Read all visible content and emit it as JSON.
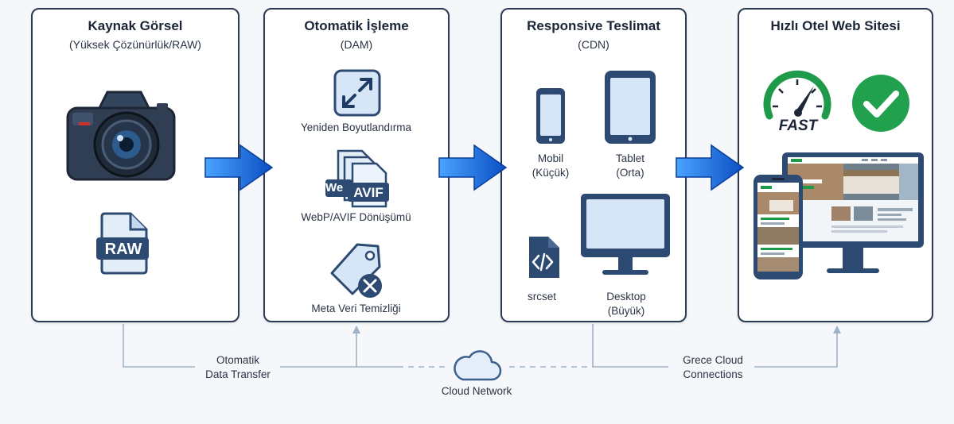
{
  "panels": [
    {
      "title": "Kaynak Görsel",
      "subtitle": "(Yüksek Çözünürlük/RAW)",
      "items": [
        {
          "label": "RAW"
        }
      ]
    },
    {
      "title": "Otomatik İşleme",
      "subtitle": "(DAM)",
      "items": [
        {
          "label": "Yeniden Boyutlandırma"
        },
        {
          "label": "WebP/AVIF Dönüşümü",
          "badge_front": "AVIF",
          "badge_back": "We"
        },
        {
          "label": "Meta Veri Temizliği"
        }
      ]
    },
    {
      "title": "Responsive Teslimat",
      "subtitle": "(CDN)",
      "items": [
        {
          "label": "Mobil",
          "sub": "(Küçük)"
        },
        {
          "label": "Tablet",
          "sub": "(Orta)"
        },
        {
          "label": "srcset"
        },
        {
          "label": "Desktop",
          "sub": "(Büyük)"
        }
      ]
    },
    {
      "title": "Hızlı Otel Web Sitesi",
      "subtitle": "",
      "items": [
        {
          "label": "FAST"
        }
      ]
    }
  ],
  "bottom": {
    "left_label_1": "Otomatik",
    "left_label_2": "Data Transfer",
    "center_label": "Cloud Network",
    "right_label_1": "Grece Cloud",
    "right_label_2": "Connections"
  },
  "colors": {
    "border": "#2a3a52",
    "arrow_blue": "#1565d8",
    "icon_blue": "#2d4a73",
    "icon_fill": "#d6e6f7",
    "green": "#1e9a4a",
    "line": "#9fb3c8"
  }
}
